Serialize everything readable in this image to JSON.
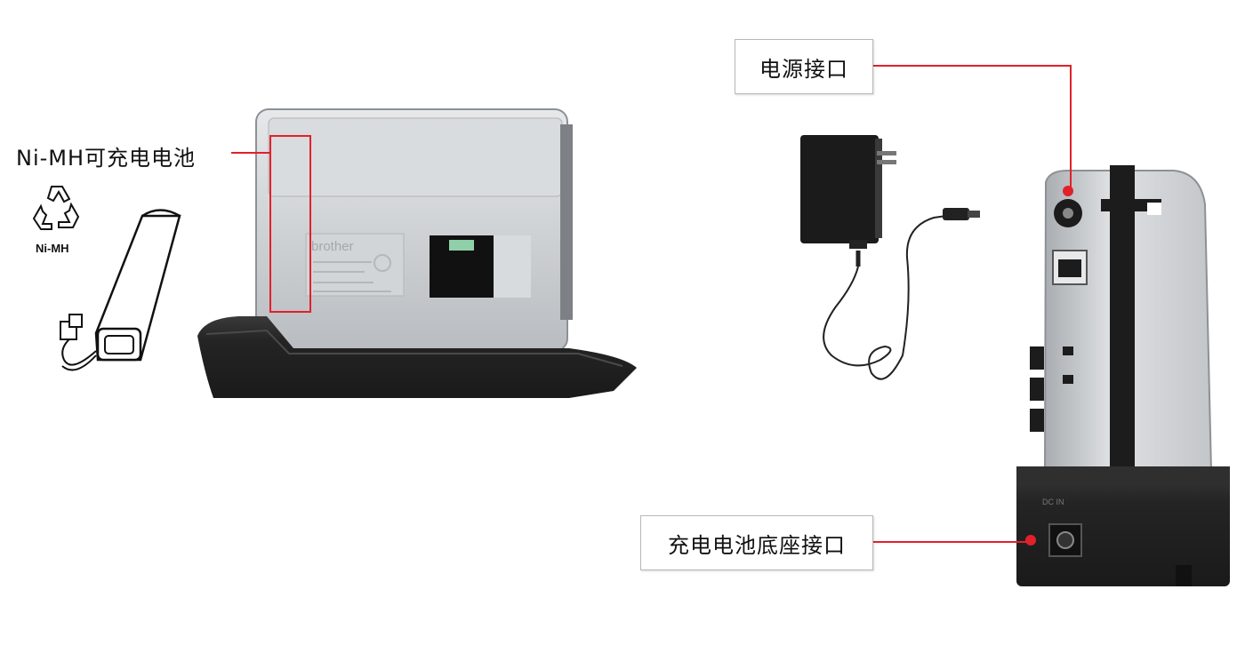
{
  "labels": {
    "battery_label": "Ni-MH可充电电池",
    "recycle_text": "Ni-MH",
    "power_port_label": "电源接口",
    "dock_port_label": "充电电池底座接口"
  },
  "colors": {
    "callout_line": "#e2202a",
    "body_silver": "#c9ccd0",
    "dock_black": "#222222"
  }
}
